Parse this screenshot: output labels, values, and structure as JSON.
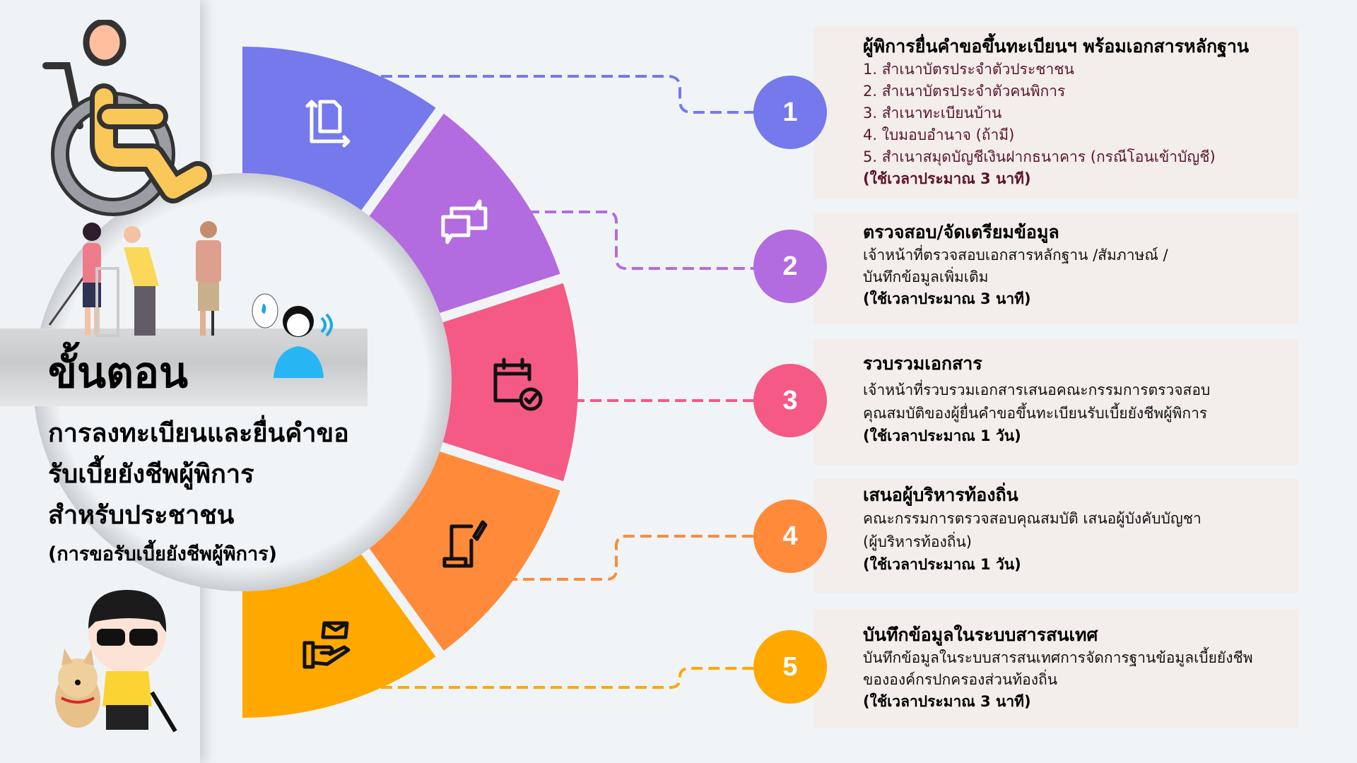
{
  "title": {
    "main": "ขั้นตอน",
    "lines": [
      "การลงทะเบียนและยื่นคำขอ",
      "รับเบี้ยยังชีพผู้พิการ",
      "สำหรับประชาชน"
    ],
    "note": "(การขอรับเบี้ยยังชีพผู้พิการ)"
  },
  "colors": {
    "background": "#f1f4f7",
    "box": "#f3eeeb",
    "maroon": "#5b1526"
  },
  "steps": [
    {
      "number": "1",
      "color": "#7579ec",
      "icon": "document-corner-arrows-icon",
      "heading": "ผู้พิการยื่นคำขอขึ้นทะเบียนฯ พร้อมเอกสารหลักฐาน",
      "lines": [
        "1. สำเนาบัตรประจำตัวประชาชน",
        "2. สำเนาบัตรประจำตัวคนพิการ",
        "3. สำเนาทะเบียนบ้าน",
        "4. ใบมอบอำนาจ (ถ้ามี)",
        "5. สำเนาสมุดบัญชีเงินฝากธนาคาร (กรณีโอนเข้าบัญชี)"
      ],
      "time": "(ใช้เวลาประมาณ 3 นาที)"
    },
    {
      "number": "2",
      "color": "#b36be0",
      "icon": "chat-bubbles-icon",
      "heading": "ตรวจสอบ/จัดเตรียมข้อมูล",
      "lines": [
        "เจ้าหน้าที่ตรวจสอบเอกสารหลักฐาน /สัมภาษณ์ /",
        "บันทึกข้อมูลเพิ่มเติม"
      ],
      "time": "(ใช้เวลาประมาณ 3 นาที)"
    },
    {
      "number": "3",
      "color": "#f45a84",
      "icon": "calendar-check-icon",
      "heading": "รวบรวมเอกสาร",
      "lines": [
        "เจ้าหน้าที่รวบรวมเอกสารเสนอคณะกรรมการตรวจสอบ",
        "คุณสมบัติของผู้ยื่นคำขอขึ้นทะเบียนรับเบี้ยยังชีพผู้พิการ"
      ],
      "time": "(ใช้เวลาประมาณ 1 วัน)"
    },
    {
      "number": "4",
      "color": "#ff8a3a",
      "icon": "scroll-pen-icon",
      "heading": "เสนอผู้บริหารท้องถิ่น",
      "lines": [
        "คณะกรรมการตรวจสอบคุณสมบัติ เสนอผู้บังคับบัญชา",
        "(ผู้บริหารท้องถิ่น)"
      ],
      "time": "(ใช้เวลาประมาณ 1 วัน)"
    },
    {
      "number": "5",
      "color": "#ffa800",
      "icon": "hand-envelope-icon",
      "heading": "บันทึกข้อมูลในระบบสารสนเทศ",
      "lines": [
        "บันทึกข้อมูลในระบบสารสนเทศการจัดการฐานข้อมูลเบี้ยยังชีพ",
        "ขององค์กรปกครองส่วนท้องถิ่น"
      ],
      "time": "(ใช้เวลาประมาณ 3 นาที)"
    }
  ]
}
